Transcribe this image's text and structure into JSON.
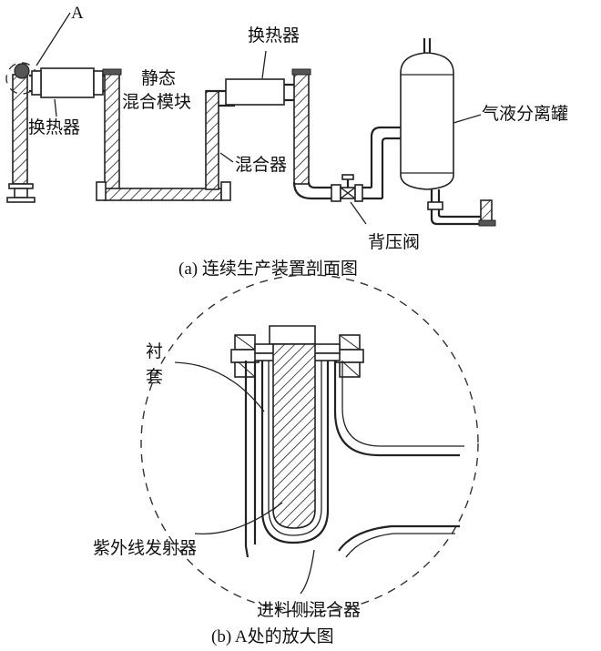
{
  "labels": {
    "point_a": "A",
    "heat_exchanger_left": "换热器",
    "static_mixing_module_line1": "静态",
    "static_mixing_module_line2": "混合模块",
    "heat_exchanger_top": "换热器",
    "mixer": "混合器",
    "gas_liquid_separator": "气液分离罐",
    "back_pressure_valve": "背压阀",
    "liner_line1": "衬",
    "liner_line2": "套",
    "uv_emitter": "紫外线发射器",
    "feed_side_mixer": "进料侧混合器"
  },
  "captions": {
    "a": "(a) 连续生产装置剖面图",
    "b": "(b) A处的放大图"
  }
}
